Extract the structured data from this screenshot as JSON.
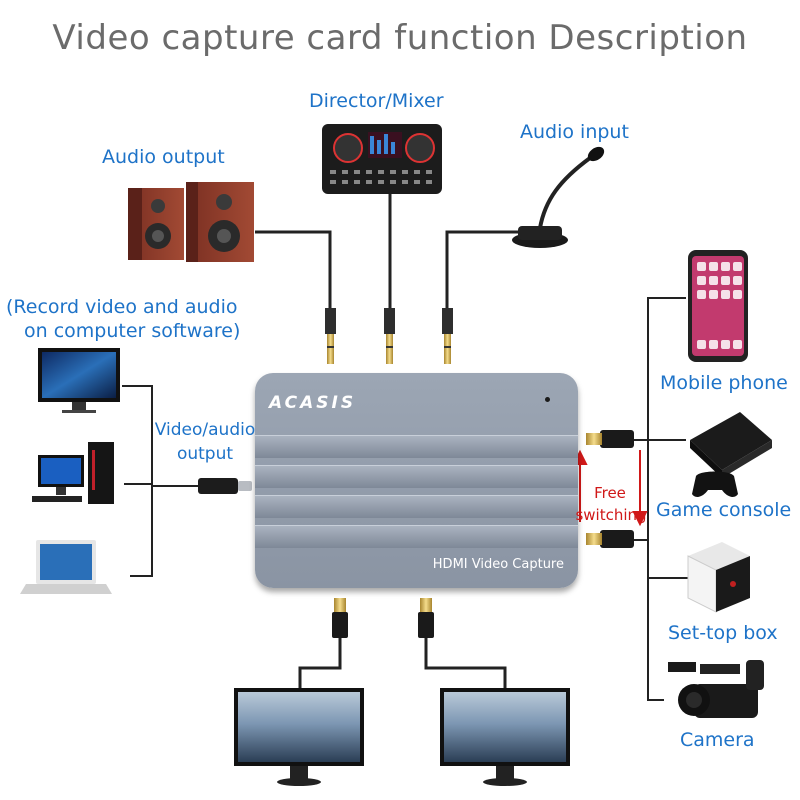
{
  "title": "Video capture card function Description",
  "labels": {
    "audio_output": "Audio output",
    "director_mixer": "Director/Mixer",
    "audio_input": "Audio input",
    "record_line1": "(Record video and audio",
    "record_line2": "on computer software)",
    "video_audio_line1": "Video/audio",
    "video_audio_line2": "output",
    "mobile_phone": "Mobile phone",
    "game_console": "Game console",
    "set_top_box": "Set-top box",
    "camera": "Camera",
    "free_switching_line1": "Free",
    "free_switching_line2": "switching"
  },
  "device": {
    "brand": "ACASIS",
    "model_text": "HDMI Video Capture"
  },
  "colors": {
    "label_blue": "#1e73c8",
    "arrow_red": "#d01818",
    "device_grey": "#8a94a3"
  }
}
